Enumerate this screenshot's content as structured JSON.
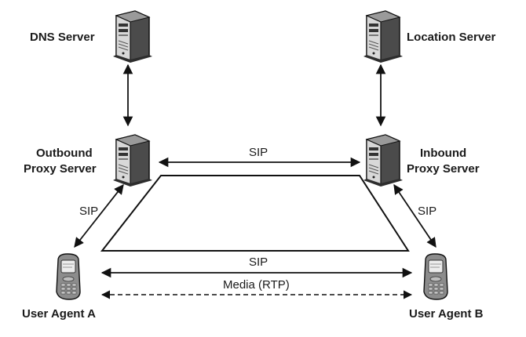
{
  "nodes": {
    "dns_server": "DNS Server",
    "location_server": "Location Server",
    "outbound_proxy": [
      "Outbound",
      "Proxy Server"
    ],
    "inbound_proxy": [
      "Inbound",
      "Proxy Server"
    ],
    "user_agent_a": "User Agent A",
    "user_agent_b": "User Agent B"
  },
  "edges": {
    "proxy_to_proxy": "SIP",
    "outbound_to_ua_a": "SIP",
    "inbound_to_ua_b": "SIP",
    "ua_to_ua_signaling": "SIP",
    "ua_to_ua_media": "Media (RTP)"
  },
  "colors": {
    "line": "#111111",
    "server_body": "#5f5f5f",
    "server_face": "#d9d9d9",
    "phone_body": "#8a8a8a",
    "phone_screen": "#e8e8e8"
  },
  "icons": [
    "server-icon",
    "phone-icon"
  ]
}
